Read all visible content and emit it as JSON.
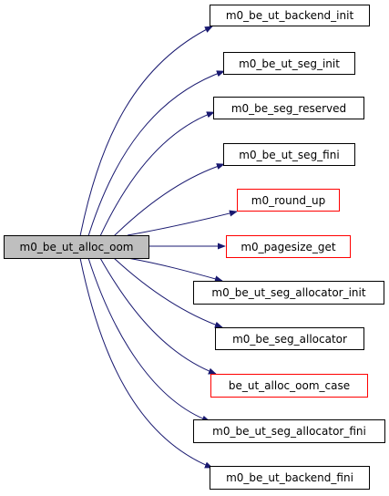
{
  "graph": {
    "root": {
      "label": "m0_be_ut_alloc_oom"
    },
    "callees": [
      {
        "label": "m0_be_ut_backend_init",
        "documented": true
      },
      {
        "label": "m0_be_ut_seg_init",
        "documented": true
      },
      {
        "label": "m0_be_seg_reserved",
        "documented": true
      },
      {
        "label": "m0_be_ut_seg_fini",
        "documented": true
      },
      {
        "label": "m0_round_up",
        "documented": false
      },
      {
        "label": "m0_pagesize_get",
        "documented": false
      },
      {
        "label": "m0_be_ut_seg_allocator_init",
        "documented": true
      },
      {
        "label": "m0_be_seg_allocator",
        "documented": true
      },
      {
        "label": "be_ut_alloc_oom_case",
        "documented": false
      },
      {
        "label": "m0_be_ut_seg_allocator_fini",
        "documented": true
      },
      {
        "label": "m0_be_ut_backend_fini",
        "documented": true
      }
    ],
    "colors": {
      "edge": "#191970",
      "border": "#000000",
      "undocumented_border": "#ff0000",
      "root_fill": "#bfbfbf"
    }
  }
}
